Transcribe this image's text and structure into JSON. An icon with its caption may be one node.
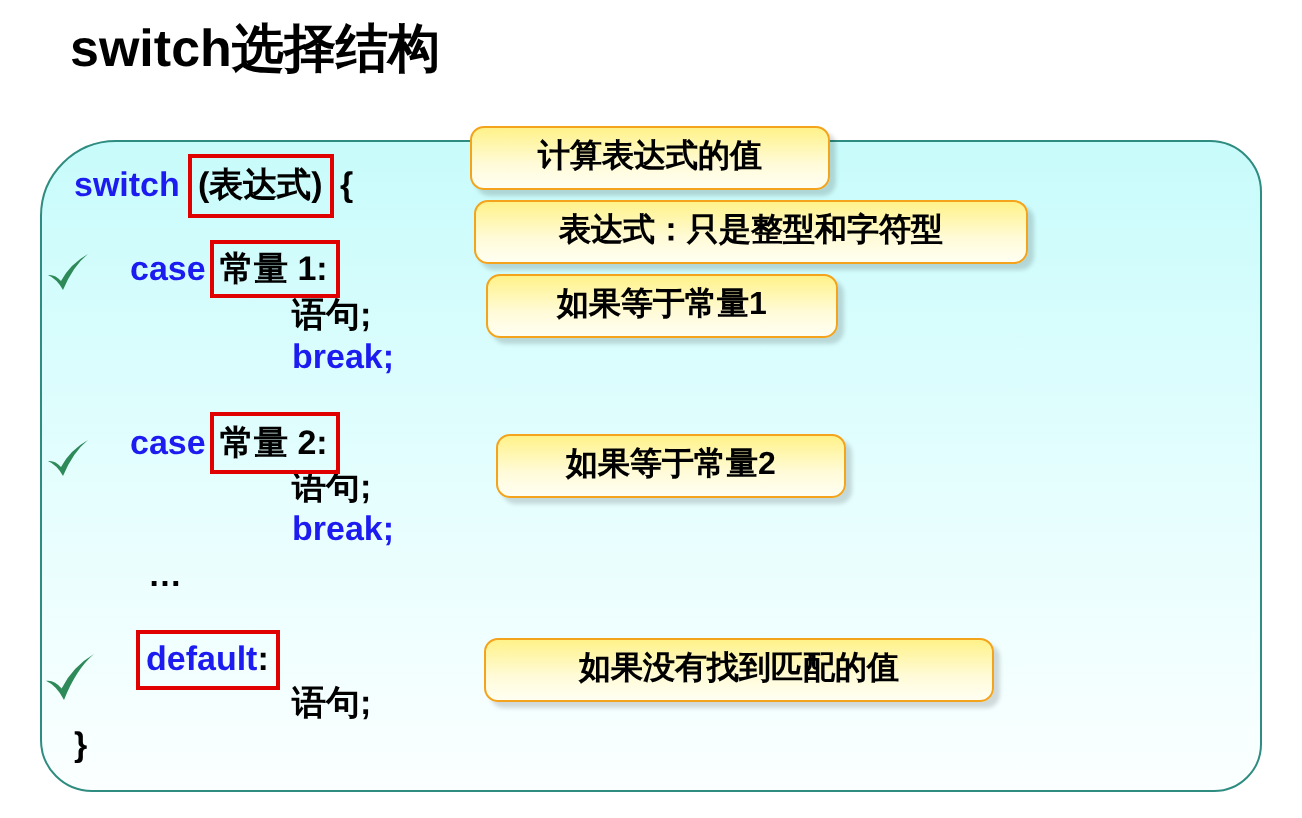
{
  "diagram": {
    "title": "switch选择结构",
    "nodes": [
      {
        "text": [
          "switch",
          "{",
          "case",
          "语句;",
          "break;",
          "case",
          "语句;",
          "break;",
          "…",
          "语句;",
          "}"
        ]
      },
      {
        "text": [
          "(表达式)"
        ],
        "in": 0
      },
      {
        "text": [
          "计算表达式的值"
        ]
      },
      {
        "text": [
          "表达式：只是整型和字符型"
        ],
        "in": 0
      },
      {
        "text": [
          "常量 1:"
        ],
        "in": 0
      },
      {
        "text": [
          "如果等于常量1"
        ],
        "in": 0
      },
      {
        "text": [
          "常量 2:"
        ],
        "in": 0
      },
      {
        "text": [
          "如果等于常量2"
        ],
        "in": 0
      },
      {
        "text": [
          "default",
          ":"
        ],
        "in": 0
      },
      {
        "text": [
          "如果没有找到匹配的值"
        ],
        "in": 0
      }
    ]
  }
}
